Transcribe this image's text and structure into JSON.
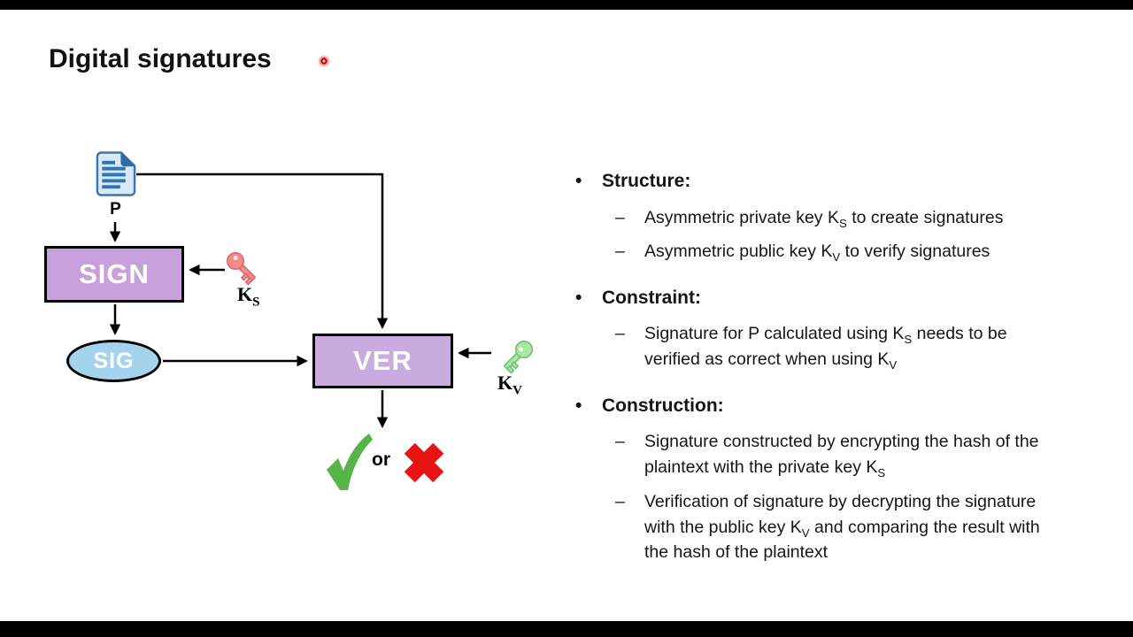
{
  "slide": {
    "title": "Digital signatures"
  },
  "diagram": {
    "plaintext_label": "P",
    "sign_box_label": "SIGN",
    "sig_ellipse_label": "SIG",
    "ver_box_label": "VER",
    "sign_key_label": {
      "pre": "K",
      "sub": "S"
    },
    "verify_key_label": {
      "pre": "K",
      "sub": "V"
    },
    "or_label": "or",
    "colors": {
      "sign_box_fill": "#c8a0da",
      "ver_box_fill": "#c9abdf",
      "sig_ellipse_fill": "#a3d3ed",
      "document_border": "#3a76b5",
      "document_fill": "#d9e9f8",
      "document_fold": "#2e6ca3",
      "document_lines": "#2e75b6",
      "private_key": "#f4898c",
      "private_key_outline": "#d96a6e",
      "public_key": "#a9e6a4",
      "public_key_outline": "#6fbf70",
      "check_green": "#56b449",
      "cross_red": "#e71414",
      "laser_red": "#b70000",
      "arrow_black": "#000000"
    }
  },
  "bullets": {
    "bullet_glyph": "•",
    "dash_glyph": "–",
    "sections": [
      {
        "heading": "Structure:",
        "items": [
          {
            "pre": "Asymmetric private key K",
            "sub": "S",
            "mid": " to create signatures"
          },
          {
            "pre": "Asymmetric public key K",
            "sub": "V",
            "mid": " to verify signatures"
          }
        ]
      },
      {
        "heading": "Constraint:",
        "items": [
          {
            "pre": "Signature for P calculated using K",
            "sub": "S",
            "mid": " needs to be verified as correct when using K",
            "sub2": "V"
          }
        ]
      },
      {
        "heading": "Construction:",
        "items": [
          {
            "pre": "Signature constructed by encrypting the hash of the plaintext with the private key K",
            "sub": "S"
          },
          {
            "pre": "Verification of signature by decrypting the signature with the public key K",
            "sub": "V",
            "mid": " and comparing the result with the hash of the plaintext"
          }
        ]
      }
    ]
  }
}
